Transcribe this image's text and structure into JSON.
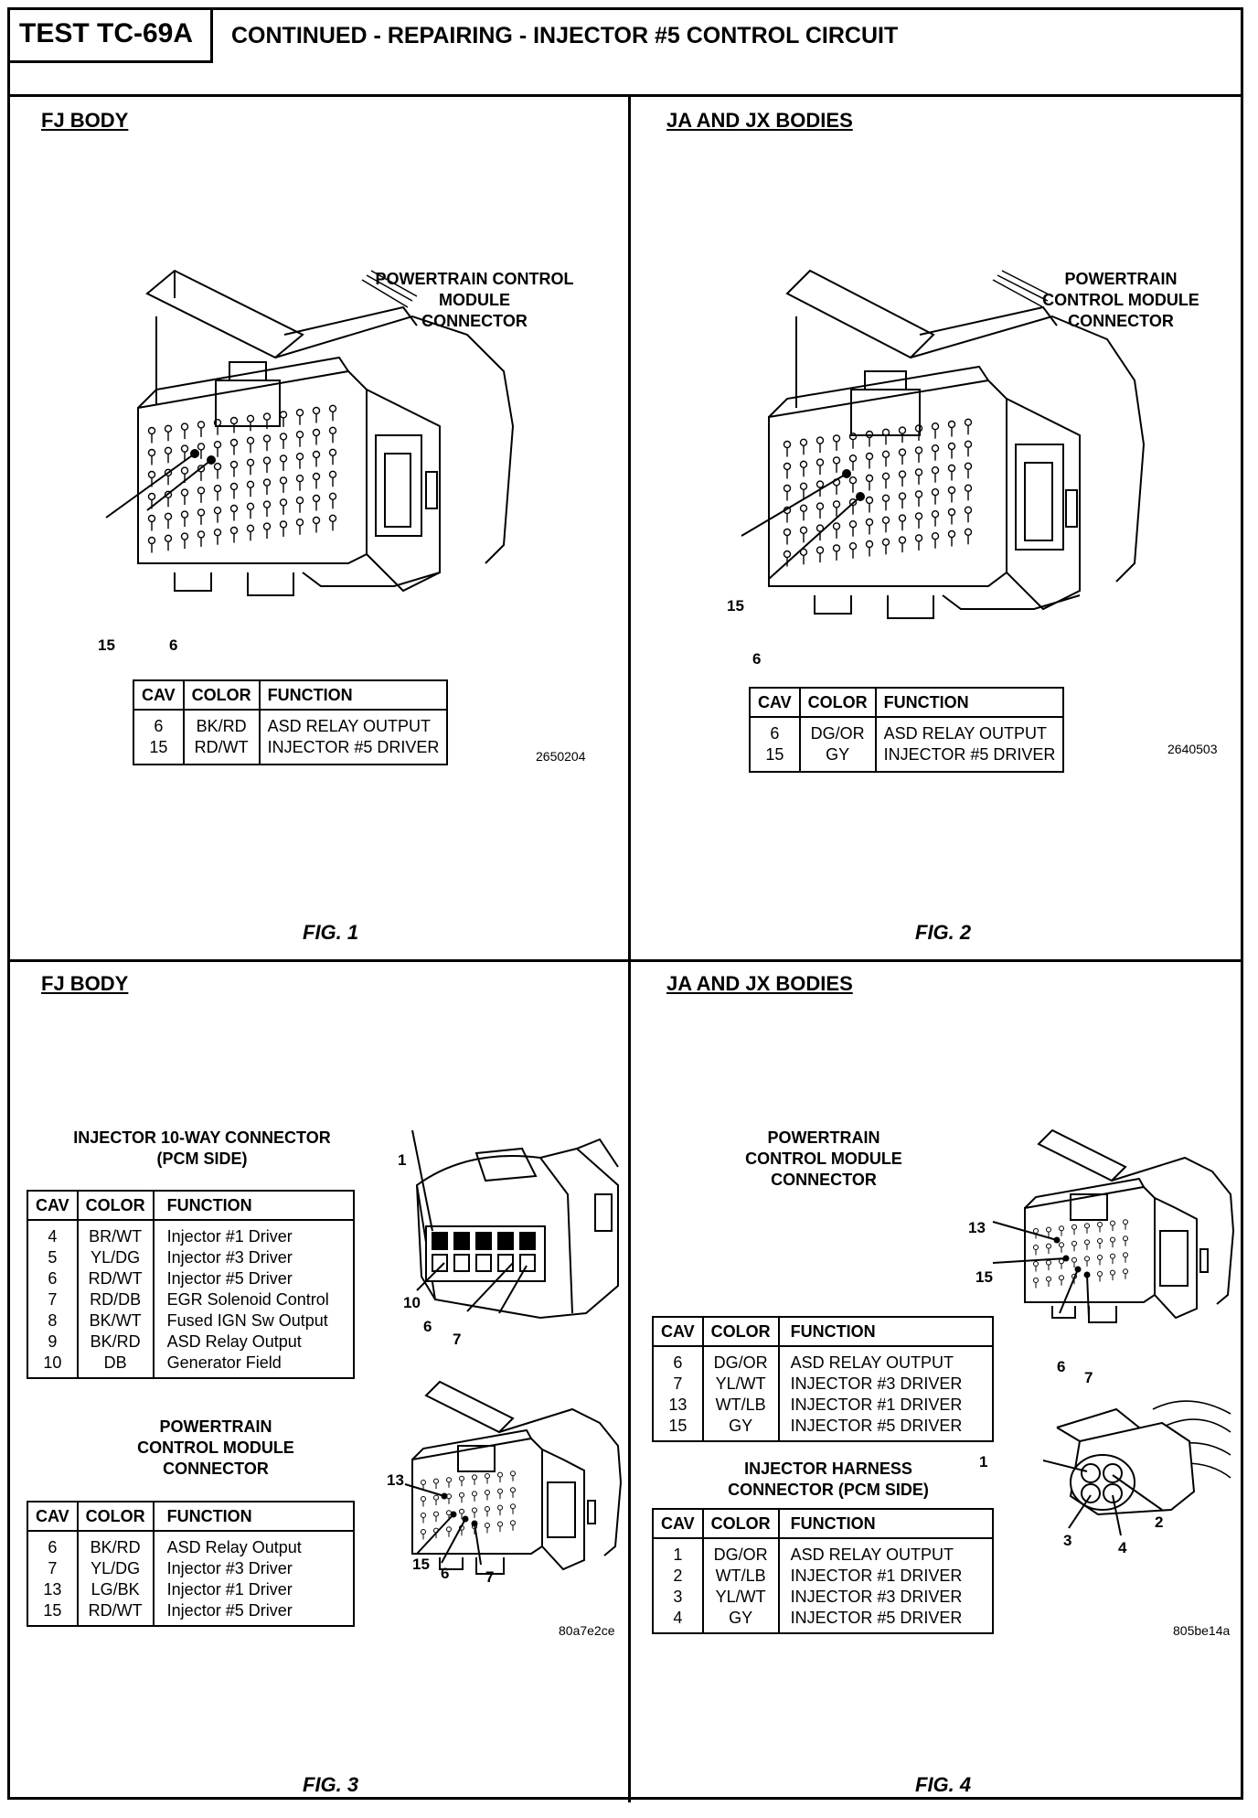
{
  "header": {
    "test_id": "TEST TC-69A",
    "title": "CONTINUED - REPAIRING - INJECTOR #5 CONTROL CIRCUIT"
  },
  "fig1": {
    "body": "FJ BODY",
    "connector_label": [
      "POWERTRAIN CONTROL",
      "MODULE",
      "CONNECTOR"
    ],
    "callouts": [
      "15",
      "6"
    ],
    "table": {
      "headers": [
        "CAV",
        "COLOR",
        "FUNCTION"
      ],
      "rows": [
        [
          "6",
          "BK/RD",
          "ASD RELAY OUTPUT"
        ],
        [
          "15",
          "RD/WT",
          "INJECTOR #5 DRIVER"
        ]
      ]
    },
    "code": "2650204",
    "caption": "FIG. 1"
  },
  "fig2": {
    "body": "JA AND JX BODIES",
    "connector_label": [
      "POWERTRAIN",
      "CONTROL MODULE",
      "CONNECTOR"
    ],
    "callouts": [
      "15",
      "6"
    ],
    "table": {
      "headers": [
        "CAV",
        "COLOR",
        "FUNCTION"
      ],
      "rows": [
        [
          "6",
          "DG/OR",
          "ASD RELAY OUTPUT"
        ],
        [
          "15",
          "GY",
          "INJECTOR #5 DRIVER"
        ]
      ]
    },
    "code": "2640503",
    "caption": "FIG. 2"
  },
  "fig3": {
    "body": "FJ BODY",
    "inj_label": [
      "INJECTOR 10-WAY CONNECTOR",
      "(PCM SIDE)"
    ],
    "inj_table": {
      "headers": [
        "CAV",
        "COLOR",
        "FUNCTION"
      ],
      "rows": [
        [
          "4",
          "BR/WT",
          "Injector #1 Driver"
        ],
        [
          "5",
          "YL/DG",
          "Injector #3 Driver"
        ],
        [
          "6",
          "RD/WT",
          "Injector #5 Driver"
        ],
        [
          "7",
          "RD/DB",
          "EGR Solenoid Control"
        ],
        [
          "8",
          "BK/WT",
          "Fused IGN Sw Output"
        ],
        [
          "9",
          "BK/RD",
          "ASD Relay Output"
        ],
        [
          "10",
          "DB",
          "Generator Field"
        ]
      ]
    },
    "inj_callouts": [
      "1",
      "10",
      "6",
      "7"
    ],
    "pcm_label": [
      "POWERTRAIN",
      "CONTROL MODULE",
      "CONNECTOR"
    ],
    "pcm_table": {
      "headers": [
        "CAV",
        "COLOR",
        "FUNCTION"
      ],
      "rows": [
        [
          "6",
          "BK/RD",
          "ASD Relay Output"
        ],
        [
          "7",
          "YL/DG",
          "Injector #3 Driver"
        ],
        [
          "13",
          "LG/BK",
          "Injector #1 Driver"
        ],
        [
          "15",
          "RD/WT",
          "Injector #5 Driver"
        ]
      ]
    },
    "pcm_callouts": [
      "13",
      "15",
      "6",
      "7"
    ],
    "code": "80a7e2ce",
    "caption": "FIG. 3"
  },
  "fig4": {
    "body": "JA AND JX BODIES",
    "pcm_label": [
      "POWERTRAIN",
      "CONTROL MODULE",
      "CONNECTOR"
    ],
    "pcm_table": {
      "headers": [
        "CAV",
        "COLOR",
        "FUNCTION"
      ],
      "rows": [
        [
          "6",
          "DG/OR",
          "ASD RELAY OUTPUT"
        ],
        [
          "7",
          "YL/WT",
          "INJECTOR #3 DRIVER"
        ],
        [
          "13",
          "WT/LB",
          "INJECTOR #1 DRIVER"
        ],
        [
          "15",
          "GY",
          "INJECTOR #5 DRIVER"
        ]
      ]
    },
    "pcm_callouts": [
      "13",
      "15",
      "6",
      "7"
    ],
    "harness_label": [
      "INJECTOR HARNESS",
      "CONNECTOR (PCM SIDE)"
    ],
    "harness_table": {
      "headers": [
        "CAV",
        "COLOR",
        "FUNCTION"
      ],
      "rows": [
        [
          "1",
          "DG/OR",
          "ASD RELAY OUTPUT"
        ],
        [
          "2",
          "WT/LB",
          "INJECTOR #1 DRIVER"
        ],
        [
          "3",
          "YL/WT",
          "INJECTOR #3 DRIVER"
        ],
        [
          "4",
          "GY",
          "INJECTOR #5 DRIVER"
        ]
      ]
    },
    "harness_callouts": [
      "1",
      "2",
      "3",
      "4"
    ],
    "code": "805be14a",
    "caption": "FIG. 4"
  }
}
